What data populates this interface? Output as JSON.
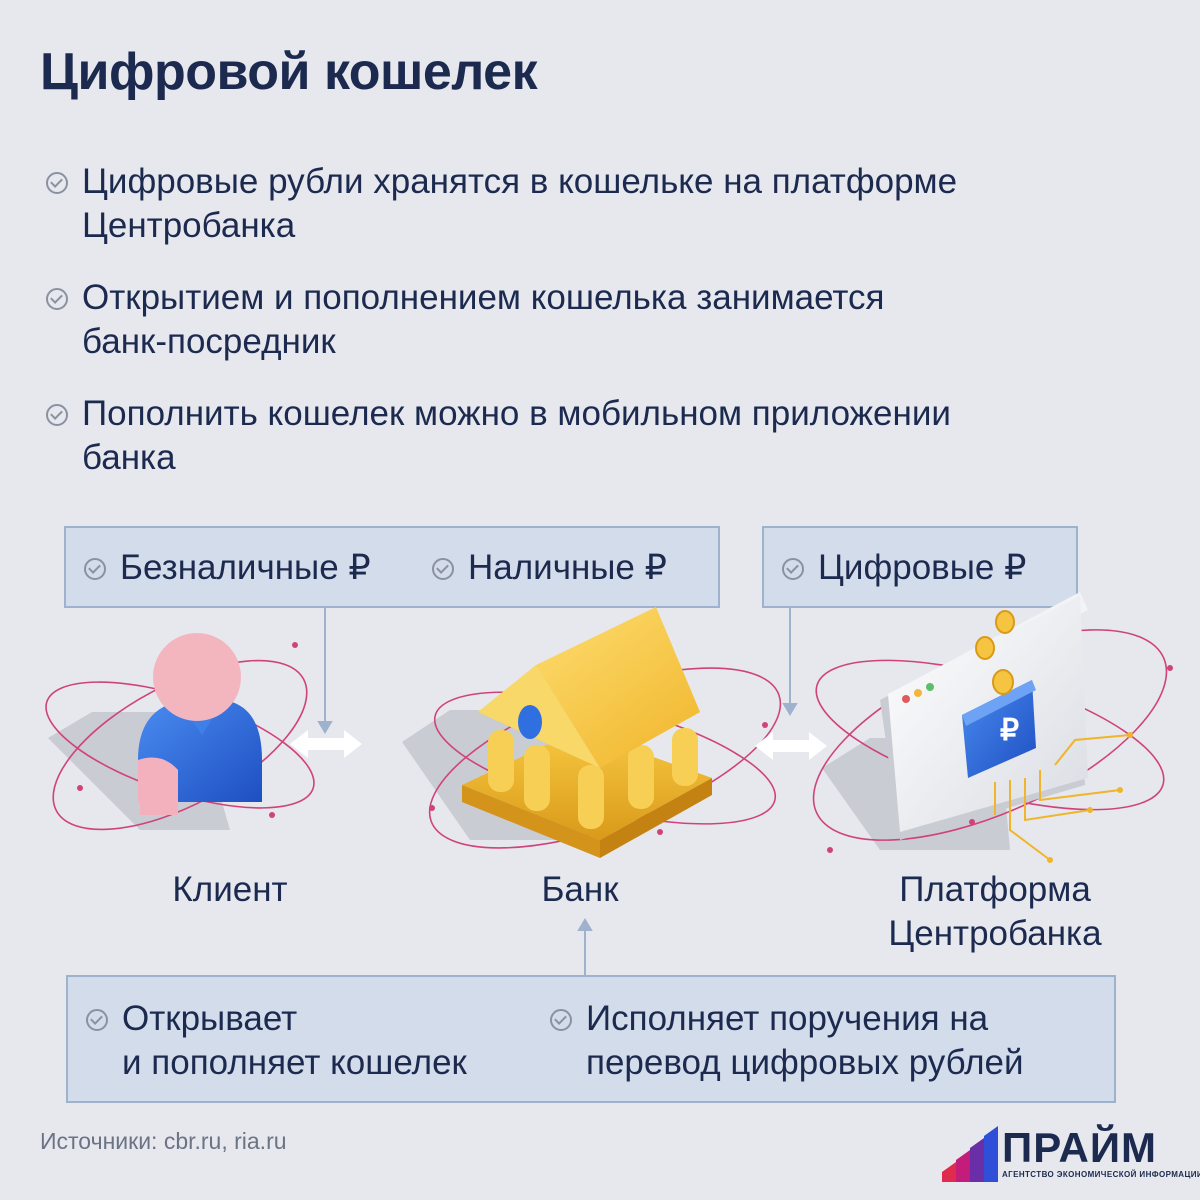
{
  "title": "Цифровой кошелек",
  "bullets": [
    {
      "line1": "Цифровые рубли хранятся в кошельке на платформе",
      "line2": "Центробанка"
    },
    {
      "line1": "Открытием и пополнением кошелька занимается",
      "line2": "банк-посредник"
    },
    {
      "line1": "Пополнить кошелек можно в мобильном приложении",
      "line2": "банка"
    }
  ],
  "top_tags": {
    "cashless": "Безналичные ₽",
    "cash": "Наличные ₽",
    "digital": "Цифровые ₽"
  },
  "nodes": {
    "client": "Клиент",
    "bank": "Банк",
    "platform_line1": "Платформа",
    "platform_line2": "Центробанка"
  },
  "bottom": {
    "item1_line1": "Открывает",
    "item1_line2": "и пополняет кошелек",
    "item2_line1": "Исполняет поручения на",
    "item2_line2": "перевод цифровых рублей"
  },
  "sources": "Источники: cbr.ru, ria.ru",
  "logo": {
    "word": "ПРАЙМ",
    "sub": "АГЕНТСТВО ЭКОНОМИЧЕСКОЙ ИНФОРМАЦИИ"
  },
  "colors": {
    "background": "#e6e8ee",
    "text": "#1c2a4f",
    "panel": "#d3dcea",
    "panel_border": "#9fb2cd",
    "orbit": "#d0437a",
    "gold": "#f5c542",
    "blue": "#2f6fe0",
    "pink": "#f3b6bf"
  },
  "icons": [
    "check-circle-icon",
    "double-arrow-icon",
    "person-icon",
    "bank-icon",
    "wallet-platform-icon",
    "coin-icon",
    "ruble-icon"
  ]
}
